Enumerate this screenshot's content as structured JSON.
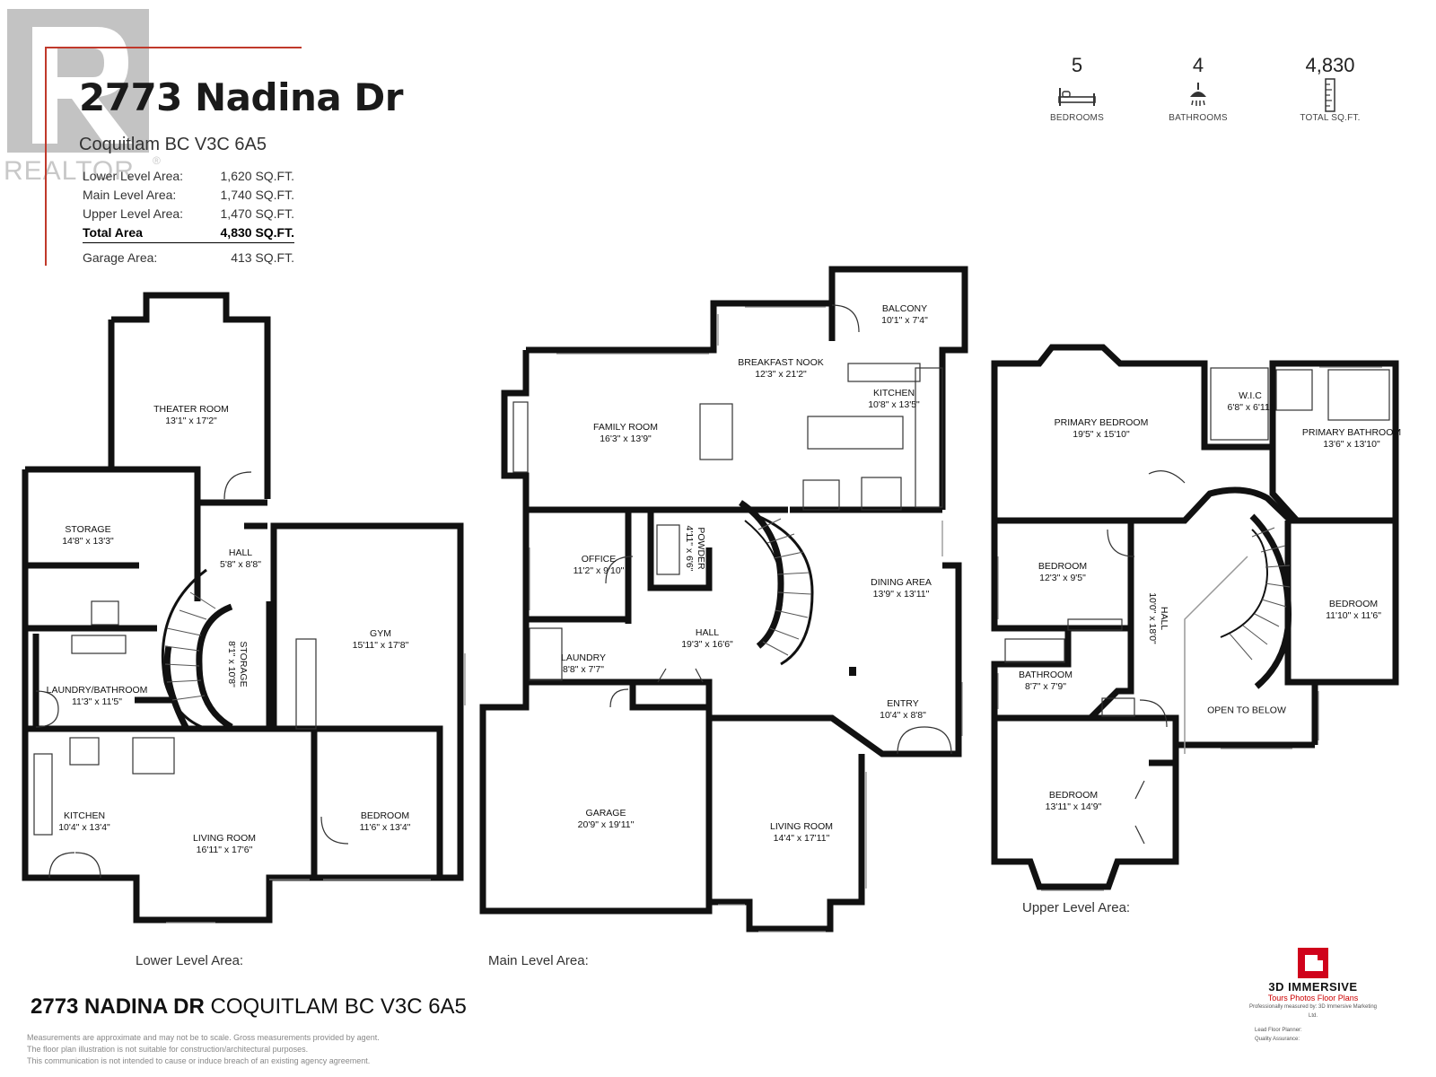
{
  "header": {
    "address": "2773 Nadina Dr",
    "city_line": "Coquitlam BC V3C 6A5",
    "watermark": "REALTOR",
    "areas": [
      {
        "label": "Lower Level Area:",
        "value": "1,620 SQ.FT."
      },
      {
        "label": "Main Level Area:",
        "value": "1,740 SQ.FT."
      },
      {
        "label": "Upper Level Area:",
        "value": "1,470 SQ.FT."
      }
    ],
    "total": {
      "label": "Total Area",
      "value": "4,830 SQ.FT."
    },
    "garage": {
      "label": "Garage Area:",
      "value": "413 SQ.FT."
    }
  },
  "stats": [
    {
      "value": "5",
      "label": "BEDROOMS",
      "icon": "bed-icon"
    },
    {
      "value": "4",
      "label": "BATHROOMS",
      "icon": "shower-icon"
    },
    {
      "value": "4,830",
      "label": "TOTAL SQ.FT.",
      "icon": "ruler-icon"
    }
  ],
  "lower": {
    "label": "Lower Level Area:",
    "rooms": [
      {
        "name": "THEATER ROOM",
        "dims": "13'1\" x 17'2\""
      },
      {
        "name": "STORAGE",
        "dims": "14'8\" x 13'3\""
      },
      {
        "name": "HALL",
        "dims": "5'8\" x 8'8\""
      },
      {
        "name": "GYM",
        "dims": "15'11\" x 17'8\""
      },
      {
        "name": "STORAGE",
        "dims": "8'1\" x 10'8\""
      },
      {
        "name": "LAUNDRY/BATHROOM",
        "dims": "11'3\" x 11'5\""
      },
      {
        "name": "KITCHEN",
        "dims": "10'4\" x 13'4\""
      },
      {
        "name": "LIVING ROOM",
        "dims": "16'11\" x 17'6\""
      },
      {
        "name": "BEDROOM",
        "dims": "11'6\" x 13'4\""
      }
    ]
  },
  "main": {
    "label": "Main Level Area:",
    "rooms": [
      {
        "name": "BALCONY",
        "dims": "10'1\" x 7'4\""
      },
      {
        "name": "BREAKFAST NOOK",
        "dims": "12'3\" x 21'2\""
      },
      {
        "name": "KITCHEN",
        "dims": "10'8\" x 13'5\""
      },
      {
        "name": "FAMILY ROOM",
        "dims": "16'3\" x 13'9\""
      },
      {
        "name": "OFFICE",
        "dims": "11'2\" x 9'10\""
      },
      {
        "name": "POWDER",
        "dims": "4'11\" x 6'6\""
      },
      {
        "name": "DINING AREA",
        "dims": "13'9\" x 13'11\""
      },
      {
        "name": "HALL",
        "dims": "19'3\" x 16'6\""
      },
      {
        "name": "LAUNDRY",
        "dims": "8'8\" x 7'7\""
      },
      {
        "name": "ENTRY",
        "dims": "10'4\" x 8'8\""
      },
      {
        "name": "GARAGE",
        "dims": "20'9\" x 19'11\""
      },
      {
        "name": "LIVING ROOM",
        "dims": "14'4\" x 17'11\""
      }
    ]
  },
  "upper": {
    "label": "Upper Level Area:",
    "rooms": [
      {
        "name": "PRIMARY BEDROOM",
        "dims": "19'5\" x 15'10\""
      },
      {
        "name": "W.I.C",
        "dims": "6'8\" x 6'11\""
      },
      {
        "name": "PRIMARY BATHROOM",
        "dims": "13'6\" x 13'10\""
      },
      {
        "name": "BEDROOM",
        "dims": "12'3\" x 9'5\""
      },
      {
        "name": "HALL",
        "dims": "10'0\" x 18'0\""
      },
      {
        "name": "BEDROOM",
        "dims": "11'10\" x 11'6\""
      },
      {
        "name": "BATHROOM",
        "dims": "8'7\" x 7'9\""
      },
      {
        "name": "OPEN TO BELOW",
        "dims": ""
      },
      {
        "name": "BEDROOM",
        "dims": "13'11\" x 14'9\""
      }
    ]
  },
  "footer": {
    "address_bold": "2773 NADINA DR",
    "address_rest": " COQUITLAM BC V3C 6A5",
    "disclaimer": [
      "Measurements are approximate and may not be to scale. Gross measurements provided by agent.",
      "The floor plan illustration is not suitable for construction/architectural purposes.",
      "This communication is not intended to cause or induce breach of an existing agency agreement."
    ],
    "brand_name": "3D IMMERSIVE",
    "brand_tag": "Tours  Photos  Floor Plans",
    "brand_note": "Professionally measured by: 3D Immersive Marketing Ltd.",
    "lead_planner": "Lead Floor Planner:",
    "quality": "Quality Assurance:",
    "brand_color": "#d0021b"
  }
}
